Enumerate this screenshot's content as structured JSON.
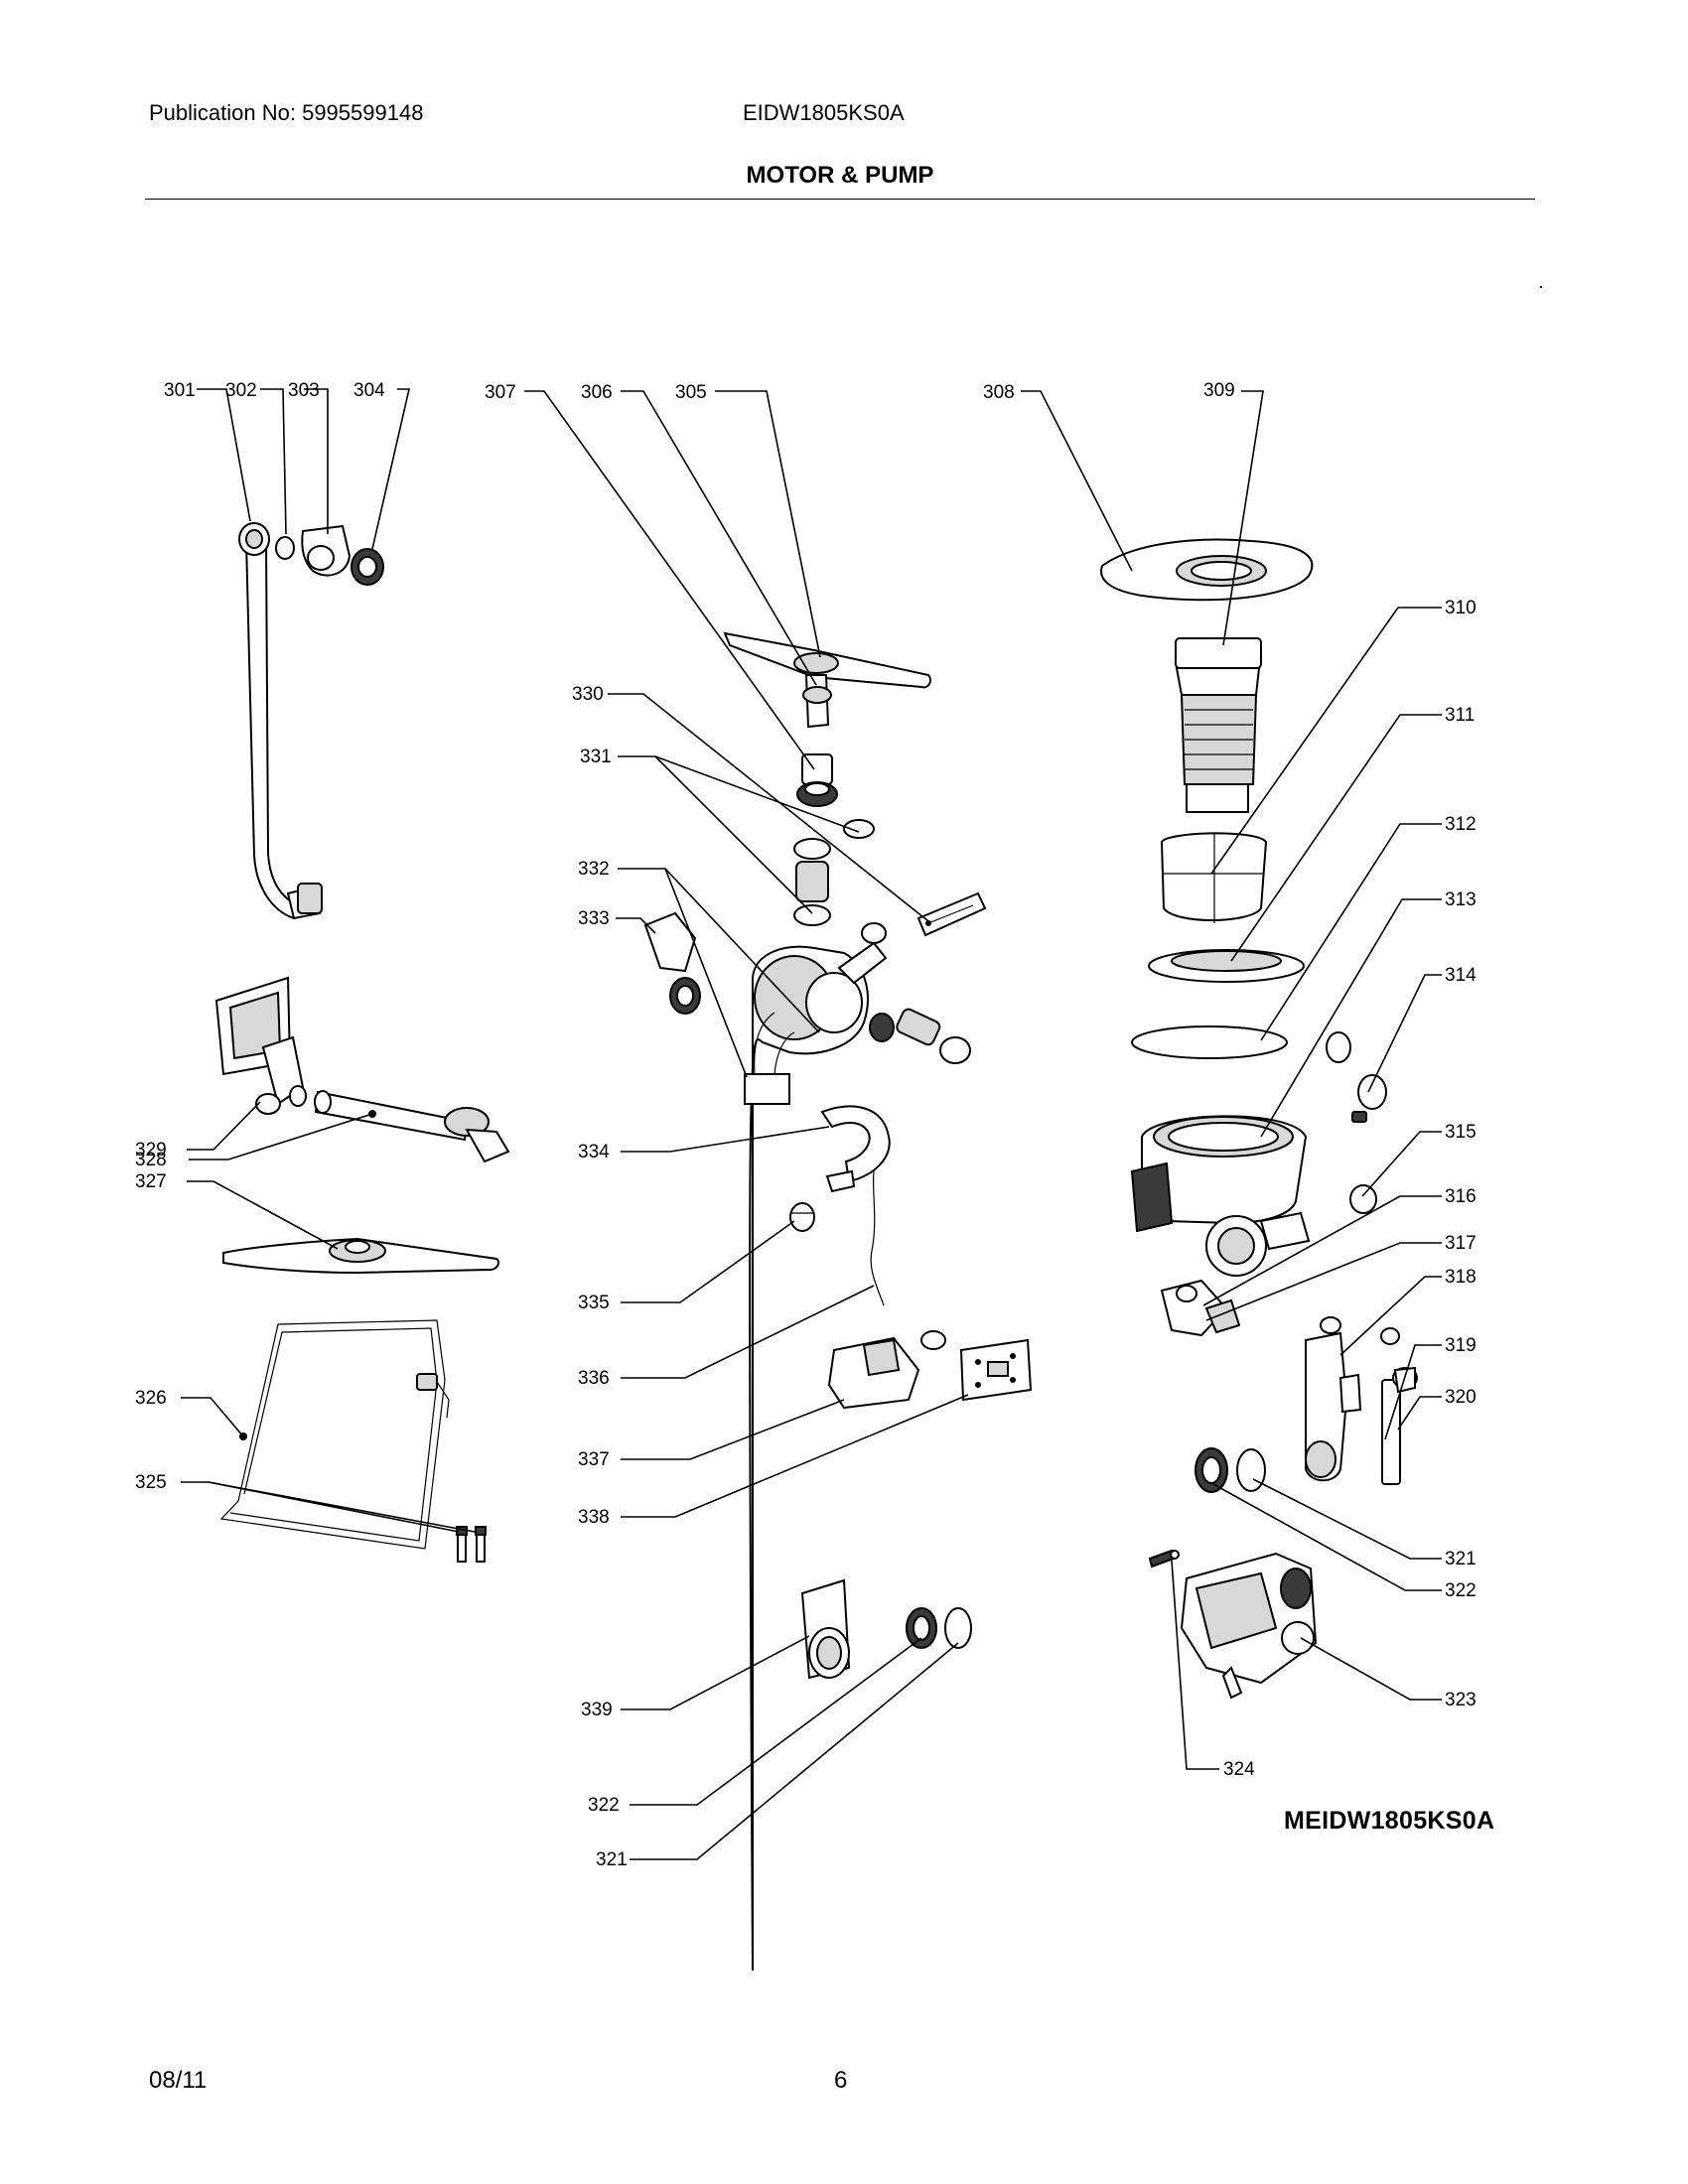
{
  "header": {
    "publication": "Publication No: 5995599148",
    "model": "EIDW1805KS0A"
  },
  "page_title": "MOTOR & PUMP",
  "diagram_code": "MEIDW1805KS0A",
  "footer": {
    "date": "08/11",
    "page_number": "6"
  },
  "callouts": {
    "c301": "301",
    "c302": "302",
    "c303": "303",
    "c304": "304",
    "c305": "305",
    "c306": "306",
    "c307": "307",
    "c308": "308",
    "c309": "309",
    "c310": "310",
    "c311": "311",
    "c312": "312",
    "c313": "313",
    "c314": "314",
    "c315": "315",
    "c316": "316",
    "c317": "317",
    "c318": "318",
    "c319": "319",
    "c320": "320",
    "c321a": "321",
    "c321b": "321",
    "c322a": "322",
    "c322b": "322",
    "c323": "323",
    "c324": "324",
    "c325": "325",
    "c326": "326",
    "c327": "327",
    "c328": "328",
    "c329": "329",
    "c330": "330",
    "c331": "331",
    "c332": "332",
    "c333": "333",
    "c334": "334",
    "c335": "335",
    "c336": "336",
    "c337": "337",
    "c338": "338",
    "c339": "339"
  }
}
